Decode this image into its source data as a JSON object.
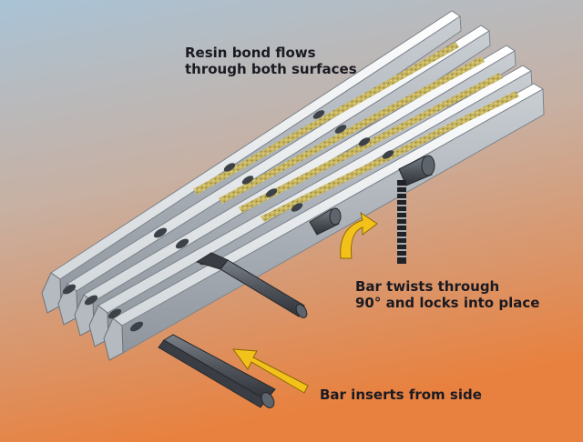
{
  "diagram": {
    "callouts": {
      "resin_bond": {
        "line1": "Resin bond flows",
        "line2": "through both surfaces"
      },
      "bar_twists": {
        "line1": "Bar twists through",
        "line2": "90° and locks into place"
      },
      "bar_inserts": {
        "text": "Bar inserts from side"
      }
    },
    "colors": {
      "background_top": "#a9c3d6",
      "background_bottom": "#e8813f",
      "rail_light": "#eef0f2",
      "rail_dark": "#8f969e",
      "resin_strip": "#c7b560",
      "bar": "#4f545b",
      "arrow": "#f3c21a",
      "text": "#1a1a22"
    }
  }
}
